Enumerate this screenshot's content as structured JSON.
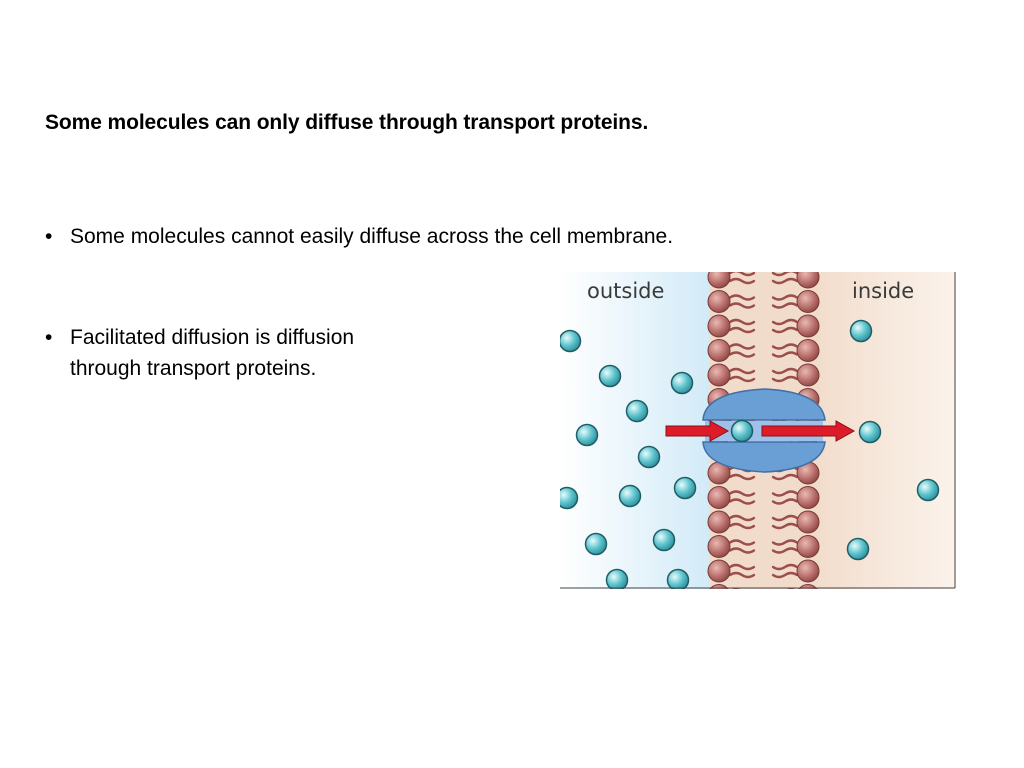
{
  "slide": {
    "title": "Some molecules can only diffuse through transport proteins.",
    "bullets": [
      {
        "marker": "•",
        "lines": [
          "Some molecules cannot easily diffuse across the cell membrane."
        ]
      },
      {
        "marker": "•",
        "lines": [
          "Facilitated diffusion is diffusion",
          "through transport proteins."
        ]
      }
    ]
  },
  "diagram": {
    "labels": {
      "outside": "outside",
      "inside": "inside"
    },
    "colors": {
      "outside_bg": "#d4ecf8",
      "inside_bg": "#f3dfcf",
      "lipid_head": "#b86f6b",
      "lipid_tail": "#9c4e4b",
      "protein": "#6a9fd6",
      "molecule": "#5cc3cc",
      "arrow": "#dd1c2a"
    },
    "icons": [
      "phospholipid-head-icon",
      "transport-protein-icon",
      "molecule-icon",
      "arrow-right-icon"
    ]
  }
}
